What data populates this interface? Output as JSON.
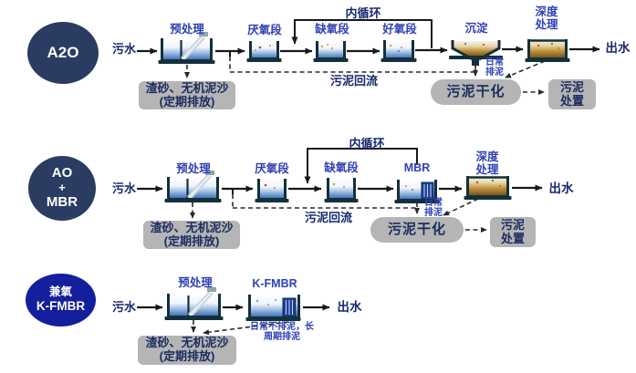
{
  "colors": {
    "badge_navy": "#2a3c62",
    "badge_bright_blue": "#141f9d",
    "stage_label_blue": "#2f41b5",
    "dark_navy_text": "#16296d",
    "gray_box": "#b5b5b5",
    "tank_frame": "#14303a",
    "sludge_brown": "#bf9542"
  },
  "row1": {
    "badge": "A2O",
    "influent": "污水",
    "pretreatment": "预处理",
    "anaerobic": "厌氧段",
    "anoxic": "缺氧段",
    "aerobic": "好氧段",
    "sedimentation": "沉淀",
    "advanced1": "深度",
    "advanced2": "处理",
    "effluent": "出水",
    "inner_loop": "内循环",
    "sludge_return": "污泥回流",
    "daily1": "日常",
    "daily2": "排泥",
    "grit1": "渣砂、无机泥沙",
    "grit2": "(定期排放)",
    "drying": "污泥干化",
    "disposal1": "污泥",
    "disposal2": "处置"
  },
  "row2": {
    "badge1": "AO",
    "badge2": "+",
    "badge3": "MBR",
    "influent": "污水",
    "pretreatment": "预处理",
    "anaerobic": "厌氧段",
    "anoxic": "缺氧段",
    "mbr": "MBR",
    "advanced1": "深度",
    "advanced2": "处理",
    "effluent": "出水",
    "inner_loop": "内循环",
    "sludge_return": "污泥回流",
    "daily1": "日常",
    "daily2": "排泥",
    "grit1": "渣砂、无机泥沙",
    "grit2": "(定期排放)",
    "drying": "污泥干化",
    "disposal1": "污泥",
    "disposal2": "处置"
  },
  "row3": {
    "badge1": "兼氧",
    "badge2": "K-FMBR",
    "influent": "污水",
    "pretreatment": "预处理",
    "kfmbr": "K-FMBR",
    "effluent": "出水",
    "note1": "日常不排泥，长",
    "note2": "周期排泥",
    "grit1": "渣砂、无机泥沙",
    "grit2": "(定期排放)"
  }
}
